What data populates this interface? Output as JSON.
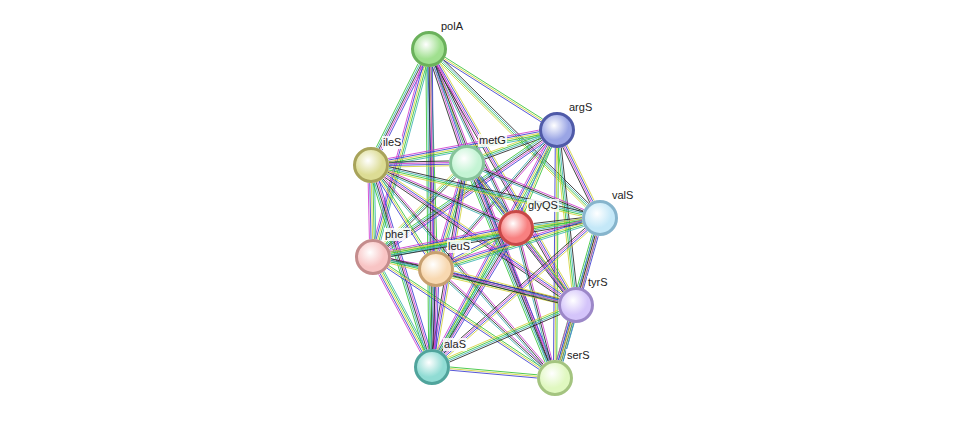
{
  "diagram": {
    "nodes": [
      {
        "text": [
          "polA"
        ]
      },
      {
        "text": [
          "argS"
        ]
      },
      {
        "text": [
          "metG"
        ]
      },
      {
        "text": [
          "ileS"
        ]
      },
      {
        "text": [
          "glyQS"
        ]
      },
      {
        "text": [
          "valS"
        ]
      },
      {
        "text": [
          "pheT"
        ]
      },
      {
        "text": [
          "leuS"
        ]
      },
      {
        "text": [
          "tyrS"
        ]
      },
      {
        "text": [
          "alaS"
        ]
      },
      {
        "text": [
          "serS"
        ]
      }
    ],
    "edges": [
      {
        "from": 0,
        "to": 1,
        "arrow": "none"
      },
      {
        "from": 0,
        "to": 2,
        "arrow": "none"
      },
      {
        "from": 0,
        "to": 3,
        "arrow": "none"
      },
      {
        "from": 0,
        "to": 4,
        "arrow": "none"
      },
      {
        "from": 0,
        "to": 5,
        "arrow": "none"
      },
      {
        "from": 0,
        "to": 6,
        "arrow": "none"
      },
      {
        "from": 0,
        "to": 7,
        "arrow": "none"
      },
      {
        "from": 0,
        "to": 8,
        "arrow": "none"
      },
      {
        "from": 0,
        "to": 9,
        "arrow": "none"
      },
      {
        "from": 0,
        "to": 10,
        "arrow": "none"
      },
      {
        "from": 1,
        "to": 2,
        "arrow": "none"
      },
      {
        "from": 1,
        "to": 3,
        "arrow": "none"
      },
      {
        "from": 1,
        "to": 4,
        "arrow": "none"
      },
      {
        "from": 1,
        "to": 5,
        "arrow": "none"
      },
      {
        "from": 1,
        "to": 6,
        "arrow": "none"
      },
      {
        "from": 1,
        "to": 7,
        "arrow": "none"
      },
      {
        "from": 1,
        "to": 8,
        "arrow": "none"
      },
      {
        "from": 1,
        "to": 9,
        "arrow": "none"
      },
      {
        "from": 1,
        "to": 10,
        "arrow": "none"
      },
      {
        "from": 2,
        "to": 3,
        "arrow": "none"
      },
      {
        "from": 2,
        "to": 4,
        "arrow": "none"
      },
      {
        "from": 2,
        "to": 5,
        "arrow": "none"
      },
      {
        "from": 2,
        "to": 6,
        "arrow": "none"
      },
      {
        "from": 2,
        "to": 7,
        "arrow": "none"
      },
      {
        "from": 2,
        "to": 8,
        "arrow": "none"
      },
      {
        "from": 2,
        "to": 9,
        "arrow": "none"
      },
      {
        "from": 2,
        "to": 10,
        "arrow": "none"
      },
      {
        "from": 3,
        "to": 4,
        "arrow": "none"
      },
      {
        "from": 3,
        "to": 5,
        "arrow": "none"
      },
      {
        "from": 3,
        "to": 6,
        "arrow": "none"
      },
      {
        "from": 3,
        "to": 7,
        "arrow": "none"
      },
      {
        "from": 3,
        "to": 8,
        "arrow": "none"
      },
      {
        "from": 3,
        "to": 9,
        "arrow": "none"
      },
      {
        "from": 3,
        "to": 10,
        "arrow": "none"
      },
      {
        "from": 4,
        "to": 5,
        "arrow": "none"
      },
      {
        "from": 4,
        "to": 6,
        "arrow": "none"
      },
      {
        "from": 4,
        "to": 7,
        "arrow": "none"
      },
      {
        "from": 4,
        "to": 8,
        "arrow": "none"
      },
      {
        "from": 4,
        "to": 9,
        "arrow": "none"
      },
      {
        "from": 4,
        "to": 10,
        "arrow": "none"
      },
      {
        "from": 5,
        "to": 6,
        "arrow": "none"
      },
      {
        "from": 5,
        "to": 7,
        "arrow": "none"
      },
      {
        "from": 5,
        "to": 8,
        "arrow": "none"
      },
      {
        "from": 5,
        "to": 9,
        "arrow": "none"
      },
      {
        "from": 5,
        "to": 10,
        "arrow": "none"
      },
      {
        "from": 6,
        "to": 7,
        "arrow": "none"
      },
      {
        "from": 6,
        "to": 8,
        "arrow": "none"
      },
      {
        "from": 6,
        "to": 9,
        "arrow": "none"
      },
      {
        "from": 6,
        "to": 10,
        "arrow": "none"
      },
      {
        "from": 7,
        "to": 8,
        "arrow": "none"
      },
      {
        "from": 7,
        "to": 9,
        "arrow": "none"
      },
      {
        "from": 7,
        "to": 10,
        "arrow": "none"
      },
      {
        "from": 8,
        "to": 9,
        "arrow": "none"
      },
      {
        "from": 8,
        "to": 10,
        "arrow": "none"
      },
      {
        "from": 9,
        "to": 10,
        "arrow": "none"
      }
    ]
  }
}
